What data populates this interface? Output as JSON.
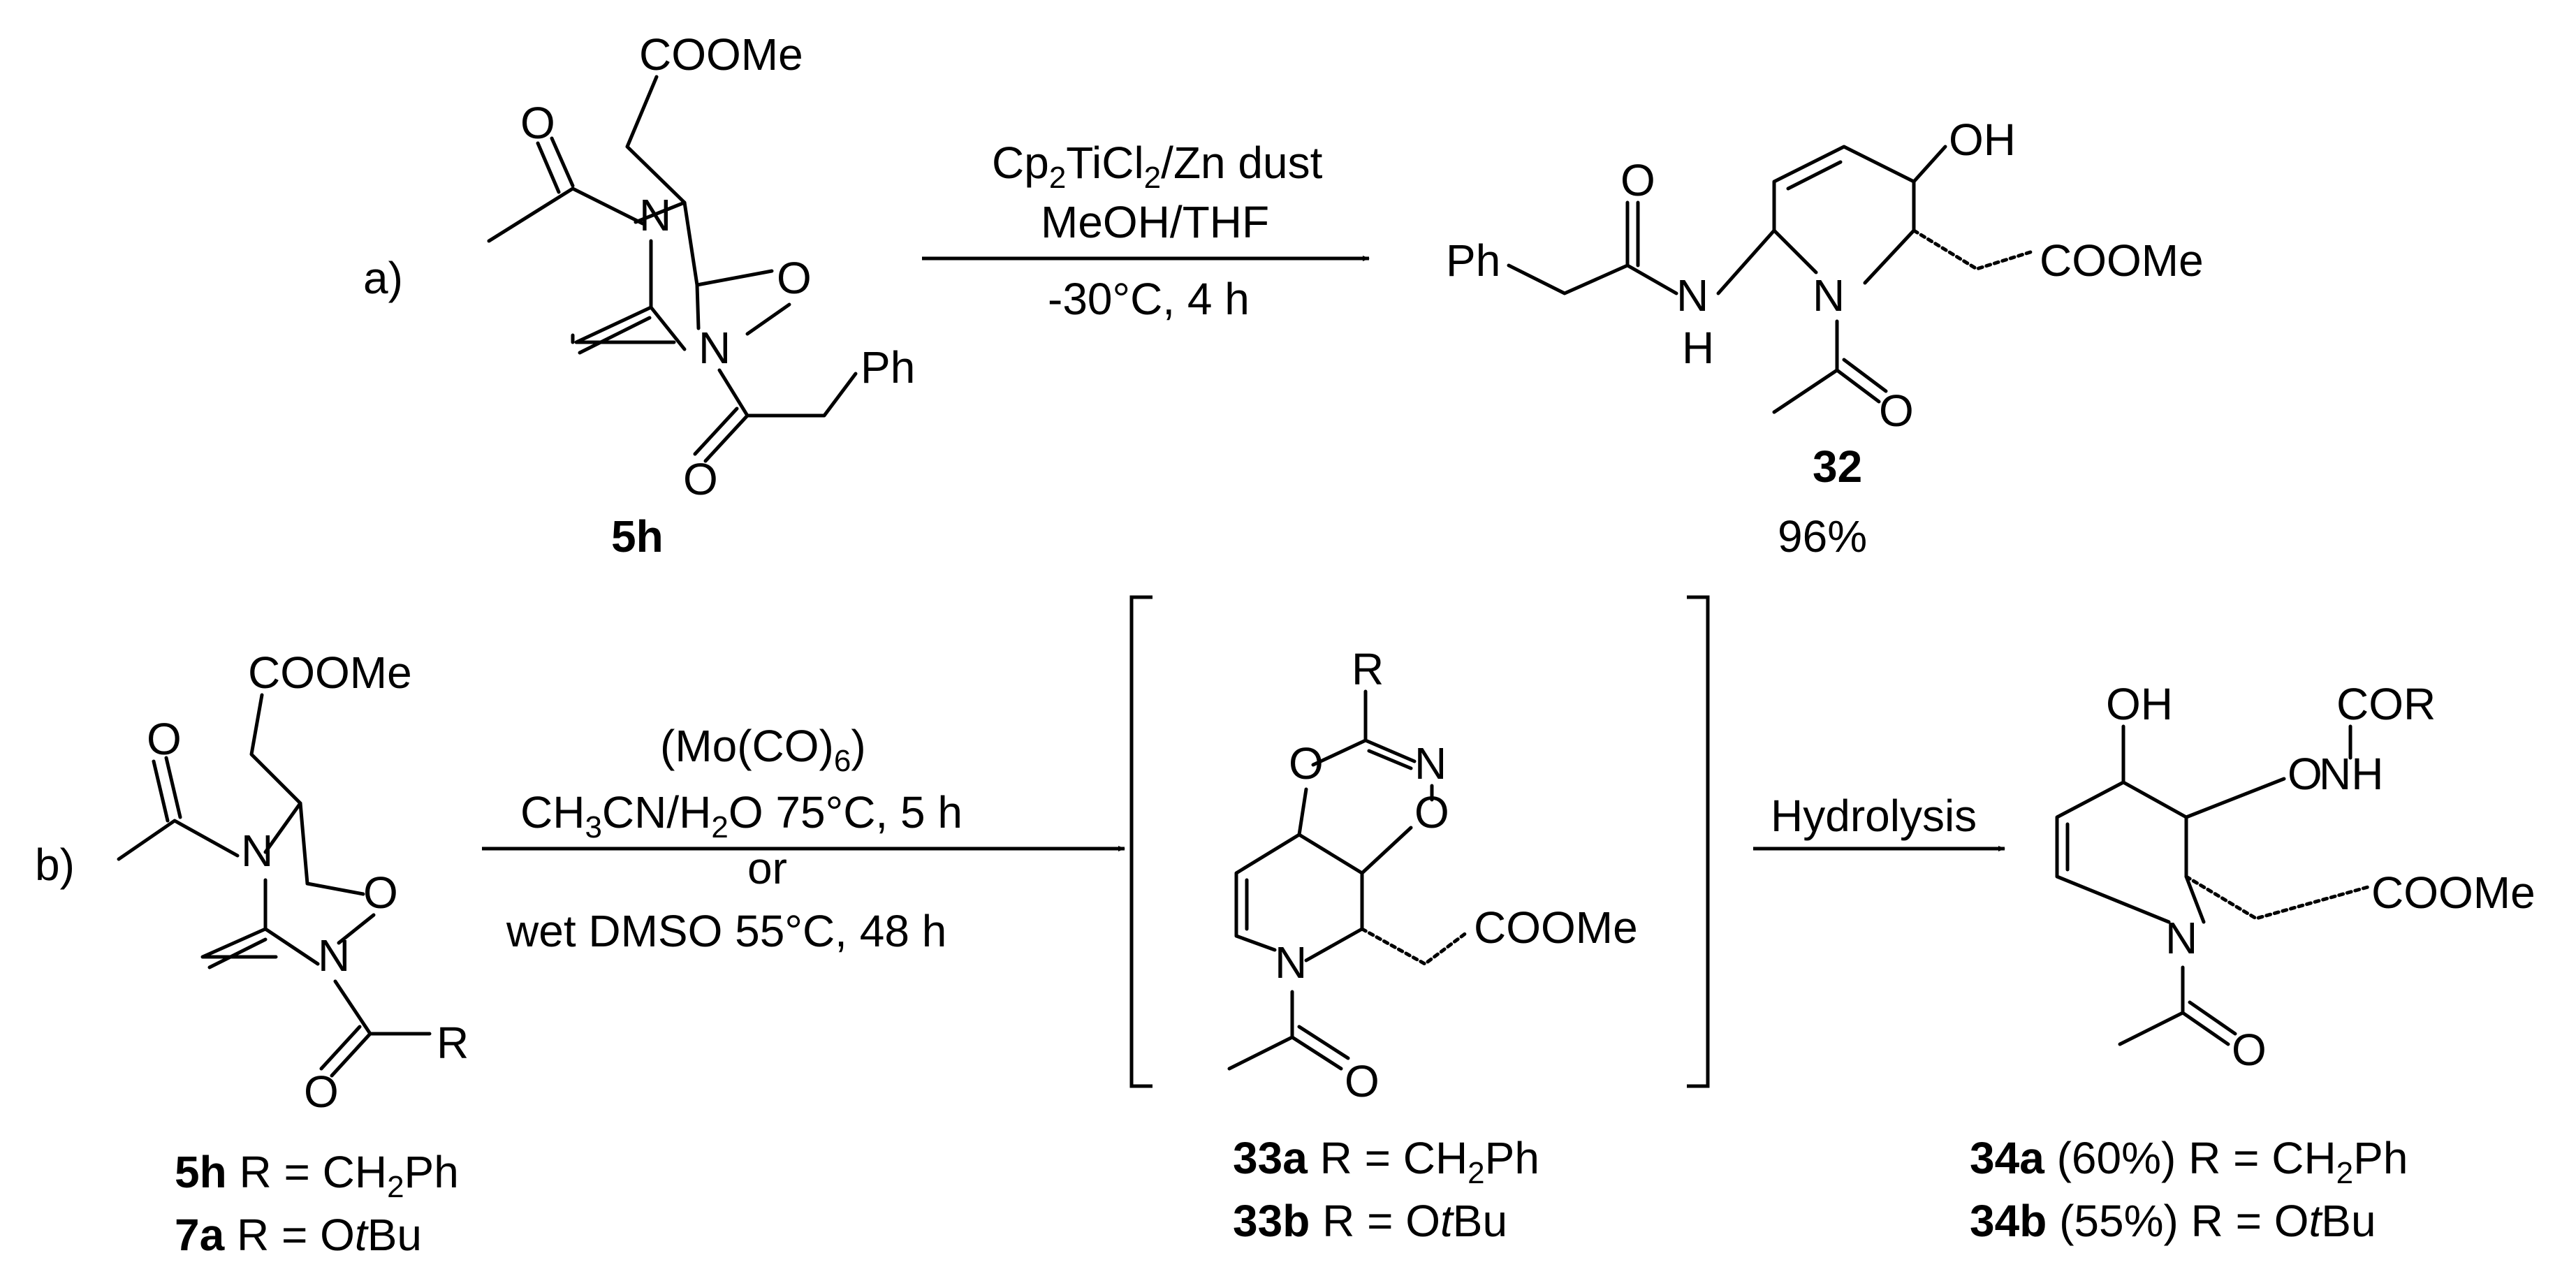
{
  "scheme_a": {
    "label": "a)",
    "reactant": {
      "id": "5h",
      "atoms": {
        "ester": "COOMe",
        "o_acetyl": "O",
        "n_top": "N",
        "o_ring": "O",
        "n_ring": "N",
        "ph": "Ph",
        "o_carbonyl": "O"
      }
    },
    "conditions": {
      "line1_pre": "Cp",
      "line1_sub1": "2",
      "line1_mid": "TiCl",
      "line1_sub2": "2",
      "line1_post": "/Zn dust",
      "line2": "MeOH/THF",
      "line3": "-30°C, 4 h"
    },
    "product": {
      "id": "32",
      "yield": "96%",
      "atoms": {
        "oh": "OH",
        "ester": "COOMe",
        "ph": "Ph",
        "o_amide": "O",
        "nh_n": "N",
        "nh_h": "H",
        "n_ring": "N",
        "o_acetyl": "O"
      }
    }
  },
  "scheme_b": {
    "label": "b)",
    "reactant": {
      "atoms": {
        "ester": "COOMe",
        "o_acetyl": "O",
        "n_top": "N",
        "o_ring": "O",
        "n_ring": "N",
        "r": "R",
        "o_carbonyl": "O"
      },
      "legend": [
        {
          "id": "5h",
          "text": " R = CH",
          "sub": "2",
          "post": "Ph",
          "italic": ""
        },
        {
          "id": "7a",
          "text": " R = O",
          "sub": "",
          "post": "Bu",
          "italic": "t"
        }
      ]
    },
    "conditions": {
      "line1": "(Mo(CO)",
      "line1_sub": "6",
      "line1_post": ")",
      "line2_pre": "CH",
      "line2_sub1": "3",
      "line2_mid": "CN/H",
      "line2_sub2": "2",
      "line2_post": "O 75°C, 5 h",
      "line3": "or",
      "line4": "wet DMSO 55°C, 48 h"
    },
    "intermediate": {
      "atoms": {
        "r": "R",
        "o1": "O",
        "n1": "N",
        "o2": "O",
        "n_ring": "N",
        "ester": "COOMe",
        "o_acetyl": "O"
      },
      "legend": [
        {
          "id": "33a",
          "text": " R = CH",
          "sub": "2",
          "post": "Ph",
          "italic": ""
        },
        {
          "id": "33b",
          "text": " R = O",
          "sub": "",
          "post": "Bu",
          "italic": "t"
        }
      ]
    },
    "step2": {
      "label": "Hydrolysis"
    },
    "product": {
      "atoms": {
        "oh": "OH",
        "cor": "COR",
        "o_n": "O",
        "nh": "NH",
        "ester": "COOMe",
        "n_ring": "N",
        "o_acetyl": "O"
      },
      "legend": [
        {
          "id": "34a",
          "yield": " (60%)",
          "text": " R = CH",
          "sub": "2",
          "post": "Ph",
          "italic": ""
        },
        {
          "id": "34b",
          "yield": " (55%)",
          "text": " R = O",
          "sub": "",
          "post": "Bu",
          "italic": "t"
        }
      ]
    }
  }
}
